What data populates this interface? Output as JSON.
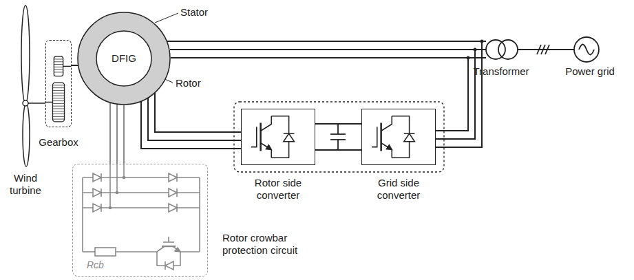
{
  "diagram": {
    "nodes": [
      {
        "text": [
          "Gearbox"
        ]
      },
      {
        "text": [
          "DFIG"
        ]
      },
      {
        "text": [
          "Rotor side converter"
        ]
      },
      {
        "text": [
          "Grid side converter"
        ]
      },
      {
        "text": [
          "Rotor crowbar protection circuit"
        ]
      }
    ],
    "edges": [
      {
        "from": 0,
        "to": 1,
        "arrow": "none"
      },
      {
        "from": 1,
        "to": 2,
        "arrow": "none"
      },
      {
        "from": 2,
        "to": 3,
        "arrow": "none"
      },
      {
        "from": 1,
        "to": 4,
        "arrow": "none"
      }
    ],
    "labels": [
      "Stator",
      "Rotor",
      "Wind turbine",
      "Transformer",
      "Power grid",
      "Rcb"
    ]
  }
}
